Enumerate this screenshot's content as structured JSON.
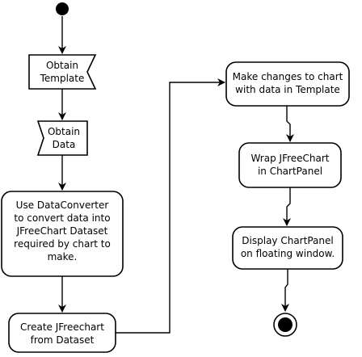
{
  "diagram": {
    "initial_node": "initial",
    "final_node": "final",
    "nodes": [
      {
        "id": "obtain_template",
        "kind": "signal",
        "lines": [
          "Obtain",
          "Template"
        ]
      },
      {
        "id": "obtain_data",
        "kind": "signal",
        "lines": [
          "Obtain",
          "Data"
        ]
      },
      {
        "id": "use_dataconverter",
        "kind": "action",
        "lines": [
          "Use DataConverter",
          "to convert data into",
          "JFreeChart Dataset",
          "required by chart to",
          "make."
        ]
      },
      {
        "id": "create_jfreechart",
        "kind": "action",
        "lines": [
          "Create JFreechart",
          "from Dataset"
        ]
      },
      {
        "id": "make_changes",
        "kind": "action",
        "lines": [
          "Make changes to chart",
          "with data in Template"
        ]
      },
      {
        "id": "wrap_jfreechart",
        "kind": "action",
        "lines": [
          "Wrap JFreeChart",
          "in ChartPanel"
        ]
      },
      {
        "id": "display_chartpanel",
        "kind": "action",
        "lines": [
          "Display ChartPanel",
          "on floating window."
        ]
      }
    ],
    "edges": [
      {
        "from": "initial",
        "to": "obtain_template"
      },
      {
        "from": "obtain_template",
        "to": "obtain_data"
      },
      {
        "from": "obtain_data",
        "to": "use_dataconverter"
      },
      {
        "from": "use_dataconverter",
        "to": "create_jfreechart"
      },
      {
        "from": "create_jfreechart",
        "to": "make_changes"
      },
      {
        "from": "make_changes",
        "to": "wrap_jfreechart"
      },
      {
        "from": "wrap_jfreechart",
        "to": "display_chartpanel"
      },
      {
        "from": "display_chartpanel",
        "to": "final"
      }
    ]
  }
}
